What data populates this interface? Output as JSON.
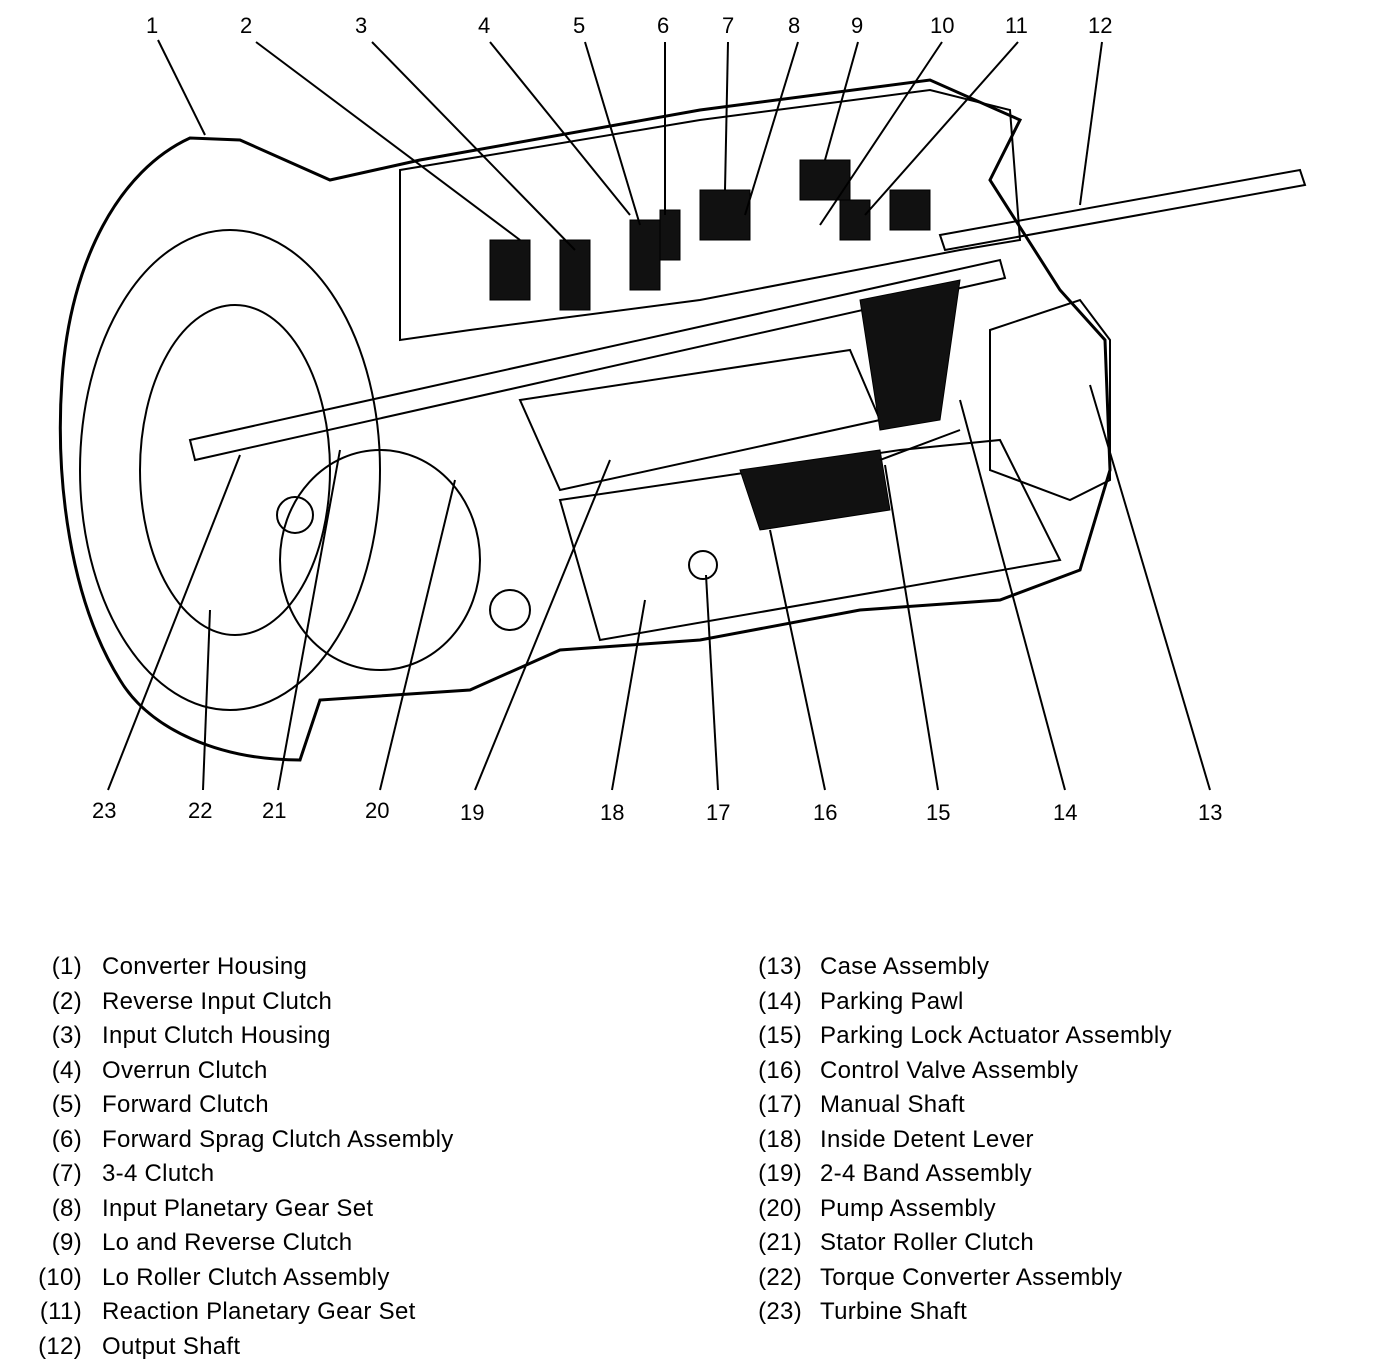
{
  "callouts": [
    "1",
    "2",
    "3",
    "4",
    "5",
    "6",
    "7",
    "8",
    "9",
    "10",
    "11",
    "12",
    "13",
    "14",
    "15",
    "16",
    "17",
    "18",
    "19",
    "20",
    "21",
    "22",
    "23"
  ],
  "legend": {
    "left": [
      {
        "num": "(1)",
        "label": "Converter Housing"
      },
      {
        "num": "(2)",
        "label": "Reverse Input Clutch"
      },
      {
        "num": "(3)",
        "label": "Input Clutch Housing"
      },
      {
        "num": "(4)",
        "label": "Overrun Clutch"
      },
      {
        "num": "(5)",
        "label": "Forward Clutch"
      },
      {
        "num": "(6)",
        "label": "Forward Sprag Clutch Assembly"
      },
      {
        "num": "(7)",
        "label": "3-4 Clutch"
      },
      {
        "num": "(8)",
        "label": "Input Planetary Gear Set"
      },
      {
        "num": "(9)",
        "label": "Lo and Reverse Clutch"
      },
      {
        "num": "(10)",
        "label": "Lo Roller Clutch Assembly"
      },
      {
        "num": "(11)",
        "label": "Reaction Planetary Gear Set"
      },
      {
        "num": "(12)",
        "label": "Output Shaft"
      }
    ],
    "right": [
      {
        "num": "(13)",
        "label": "Case Assembly"
      },
      {
        "num": "(14)",
        "label": "Parking Pawl"
      },
      {
        "num": "(15)",
        "label": "Parking Lock Actuator Assembly"
      },
      {
        "num": "(16)",
        "label": "Control Valve Assembly"
      },
      {
        "num": "(17)",
        "label": "Manual Shaft"
      },
      {
        "num": "(18)",
        "label": "Inside Detent Lever"
      },
      {
        "num": "(19)",
        "label": "2-4 Band Assembly"
      },
      {
        "num": "(20)",
        "label": "Pump Assembly"
      },
      {
        "num": "(21)",
        "label": "Stator Roller Clutch"
      },
      {
        "num": "(22)",
        "label": "Torque Converter Assembly"
      },
      {
        "num": "(23)",
        "label": "Turbine Shaft"
      }
    ]
  }
}
